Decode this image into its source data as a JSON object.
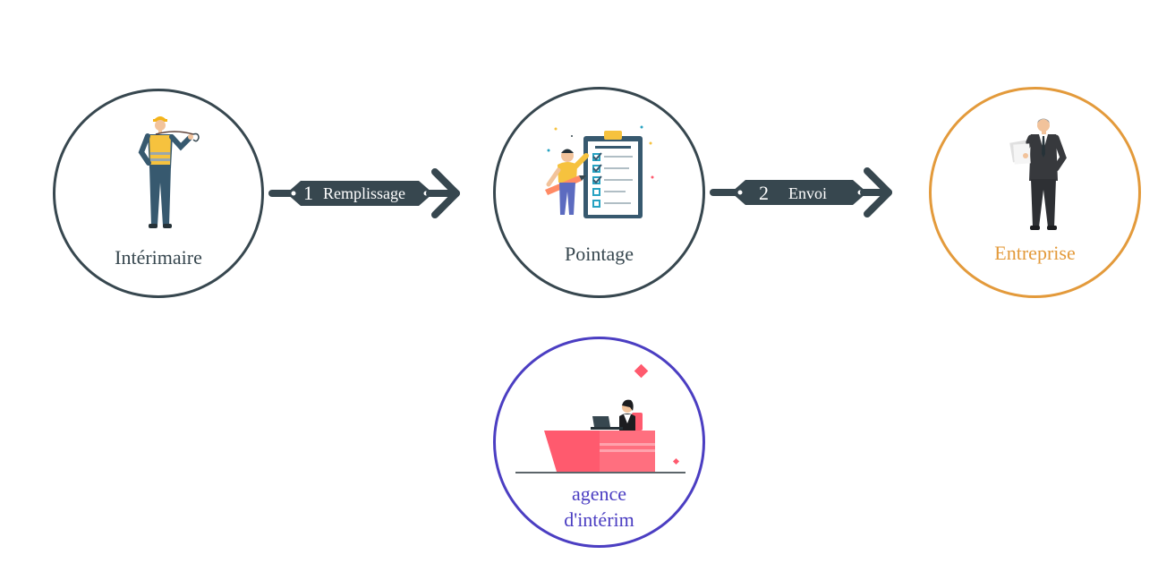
{
  "colors": {
    "dark": "#37474f",
    "orange": "#e39a3b",
    "purple": "#4b3ec2",
    "pink": "#ff5a6e"
  },
  "nodes": {
    "interimaire": {
      "label": "Intérimaire"
    },
    "pointage": {
      "label": "Pointage"
    },
    "entreprise": {
      "label": "Entreprise"
    },
    "agence": {
      "label_line1": "agence",
      "label_line2": "d'intérim"
    }
  },
  "connectors": {
    "remplissage": {
      "number": "1",
      "label": "Remplissage"
    },
    "envoi": {
      "number": "2",
      "label": "Envoi"
    }
  },
  "icons": [
    "worker-icon",
    "clipboard-checklist-icon",
    "businessman-icon",
    "reception-desk-icon",
    "arrow-right-icon"
  ]
}
